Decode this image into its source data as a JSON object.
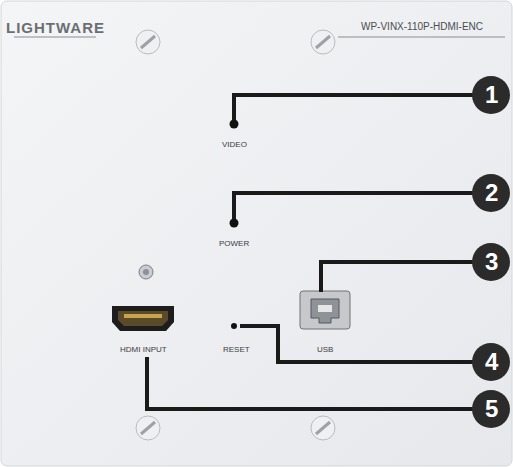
{
  "diagram": {
    "labels": [
      "LIGHTWARE",
      "WP-VINX-110P-HDMI-ENC",
      "VIDEO",
      "POWER",
      "HDMI INPUT",
      "RESET",
      "USB",
      "1",
      "2",
      "3",
      "4",
      "5"
    ]
  }
}
